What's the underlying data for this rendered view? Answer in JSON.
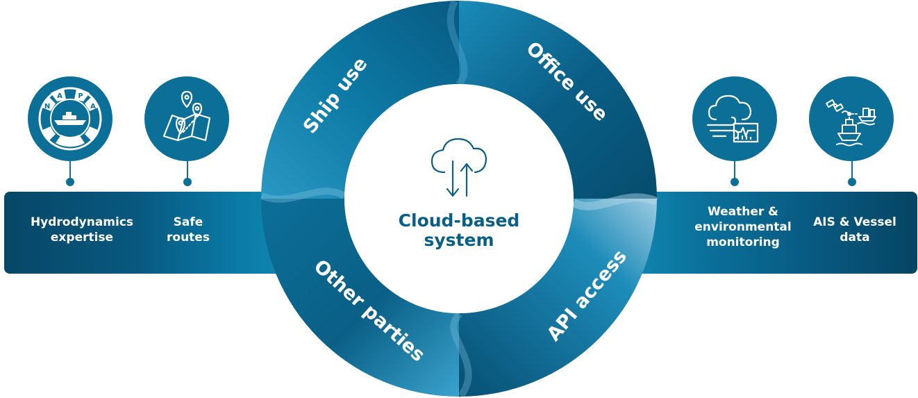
{
  "left_bar": {
    "items": [
      {
        "label": "Hydrodynamics\nexpertise",
        "icon": "napa-logo-icon"
      },
      {
        "label": "Safe\nroutes",
        "icon": "map-route-icon"
      }
    ]
  },
  "right_bar": {
    "items": [
      {
        "label": "Weather &\nenvironmental\nmonitoring",
        "icon": "weather-monitor-icon"
      },
      {
        "label": "AIS & Vessel\ndata",
        "icon": "satellite-vessel-icon"
      }
    ]
  },
  "ring": {
    "segments": [
      {
        "label": "Ship use"
      },
      {
        "label": "Office use"
      },
      {
        "label": "API access"
      },
      {
        "label": "Other parties"
      }
    ],
    "center": {
      "label": "Cloud-based\nsystem",
      "icon": "cloud-sync-icon"
    }
  },
  "napa_letters": [
    "N",
    "A",
    "P",
    "A"
  ],
  "colors": {
    "primary": "#0c6f97",
    "dark": "#064563",
    "light": "#1a9bc6",
    "center_text": "#0a5f86"
  }
}
